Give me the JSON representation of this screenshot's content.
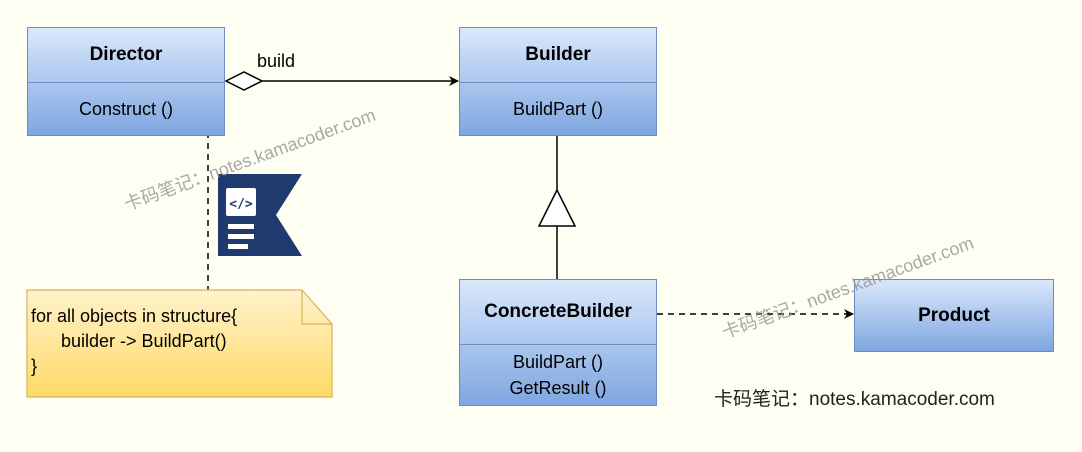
{
  "classes": {
    "director": {
      "name": "Director",
      "ops": [
        "Construct ()"
      ]
    },
    "builder": {
      "name": "Builder",
      "ops": [
        "BuildPart ()"
      ]
    },
    "concrete_builder": {
      "name": "ConcreteBuilder",
      "ops": [
        "BuildPart ()",
        "GetResult ()"
      ]
    },
    "product": {
      "name": "Product"
    }
  },
  "edges": {
    "aggregation_label": "build"
  },
  "note": {
    "lines": [
      "for all objects in structure{",
      "      builder -> BuildPart()",
      "}"
    ]
  },
  "watermark": "卡码笔记：notes.kamacoder.com",
  "footer": "卡码笔记：notes.kamacoder.com",
  "colors": {
    "class_fill_top": "#dae8fc",
    "class_fill_bottom": "#7ea6e0",
    "class_stroke": "#6c8ebf",
    "note_fill_top": "#fff2cc",
    "note_fill_bottom": "#ffd966",
    "note_stroke": "#d6b656",
    "logo": "#1e3a6e",
    "background": "#fefef2"
  },
  "icons": {
    "logo": "kamacoder-logo"
  }
}
